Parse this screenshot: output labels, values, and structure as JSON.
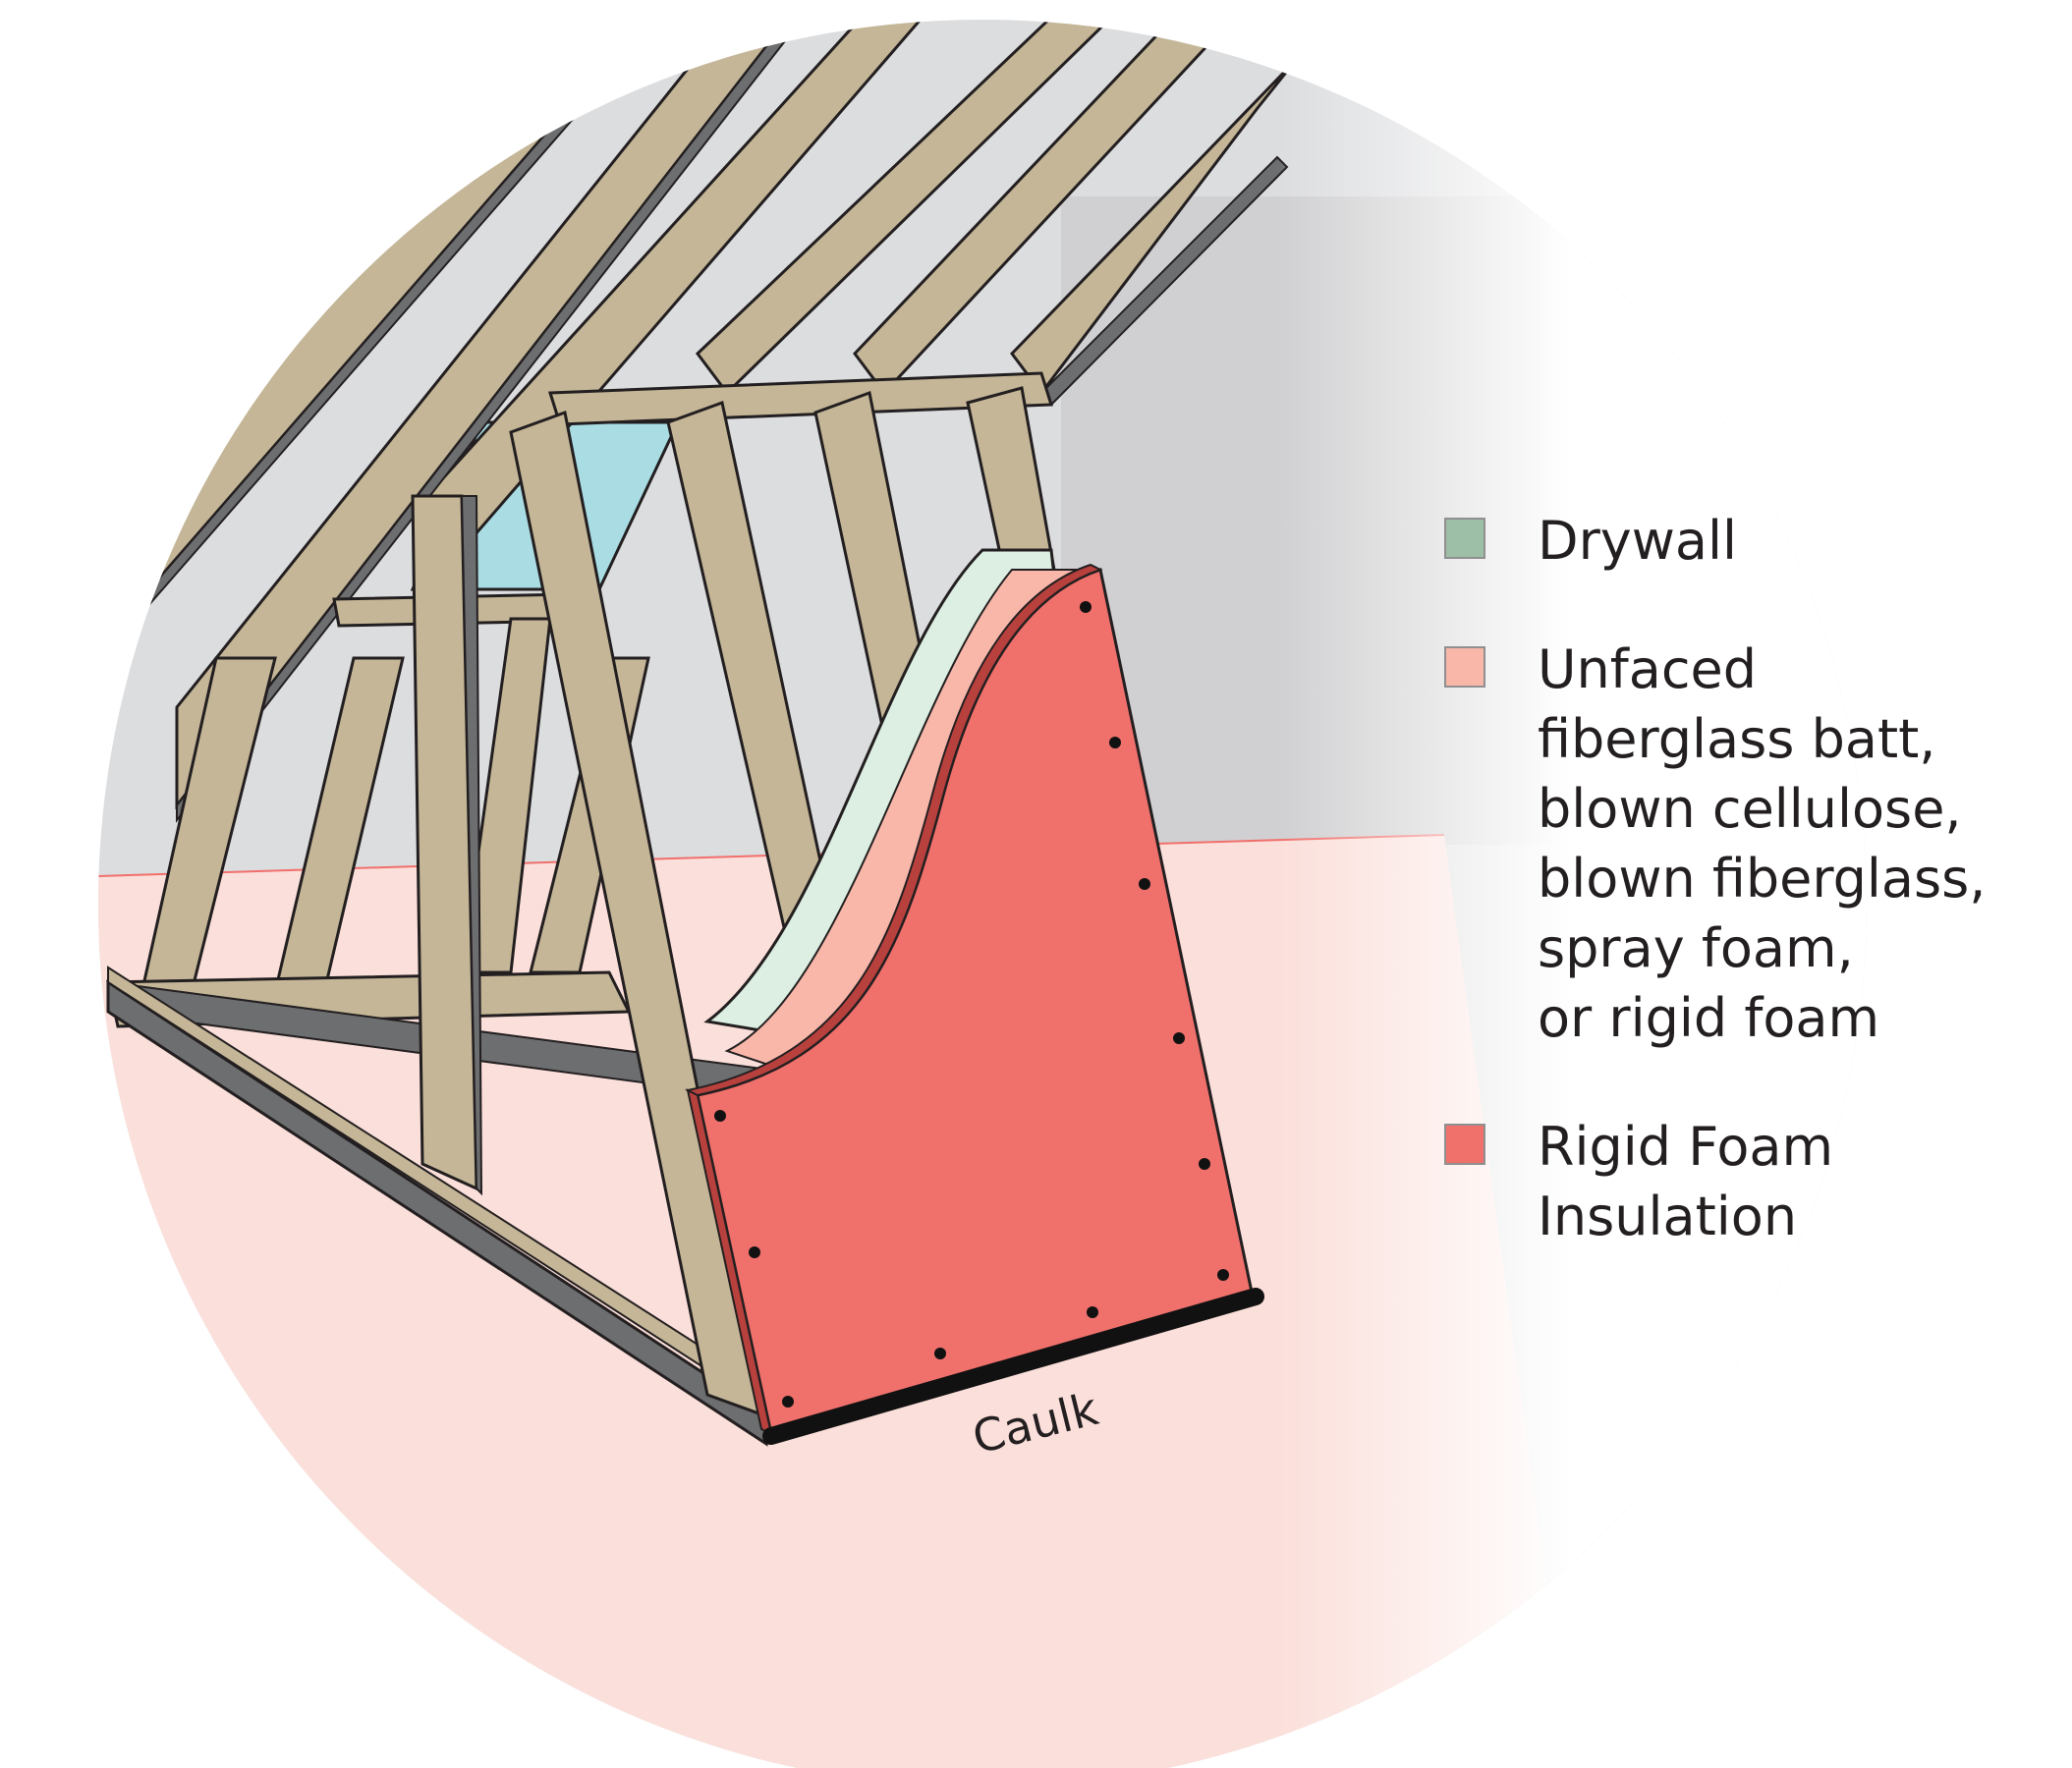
{
  "legend": {
    "items": [
      {
        "label": "Drywall",
        "color": "#9dbfa8"
      },
      {
        "label": "Unfaced\nfiberglass batt,\nblown cellulose,\nblown fiberglass,\nspray foam,\nor rigid foam",
        "color": "#f9b7aa"
      },
      {
        "label": "Rigid Foam\nInsulation",
        "color": "#f0706c"
      }
    ]
  },
  "callouts": {
    "caulk": "Caulk"
  },
  "colors": {
    "lumber": "#c4b697",
    "lumber_edge": "#6d6e70",
    "floor": "#fbdfda",
    "wall": "#dcdddf",
    "sky": "#a9dde3",
    "batt": "#f9b7aa",
    "drywall": "#dcefe2",
    "rigid_foam": "#f0706c",
    "caulk": "#111111"
  }
}
